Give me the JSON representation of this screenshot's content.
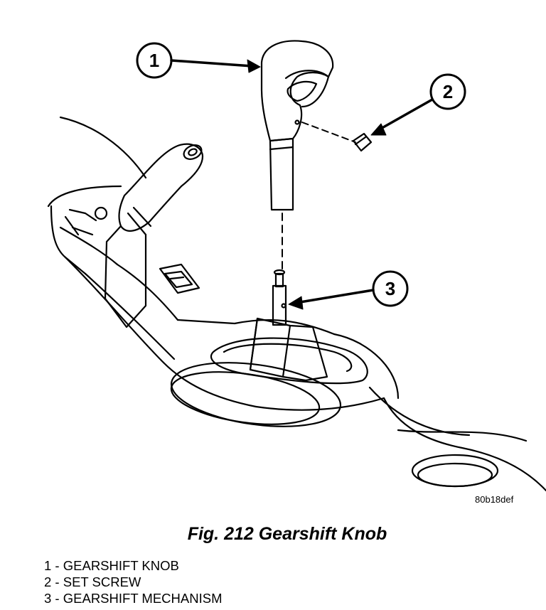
{
  "callouts": [
    "1",
    "2",
    "3"
  ],
  "figure_code": "80b18def",
  "caption": "Fig. 212 Gearshift Knob",
  "legend": [
    {
      "num": "1",
      "label": "GEARSHIFT KNOB"
    },
    {
      "num": "2",
      "label": "SET SCREW"
    },
    {
      "num": "3",
      "label": "GEARSHIFT MECHANISM"
    }
  ]
}
